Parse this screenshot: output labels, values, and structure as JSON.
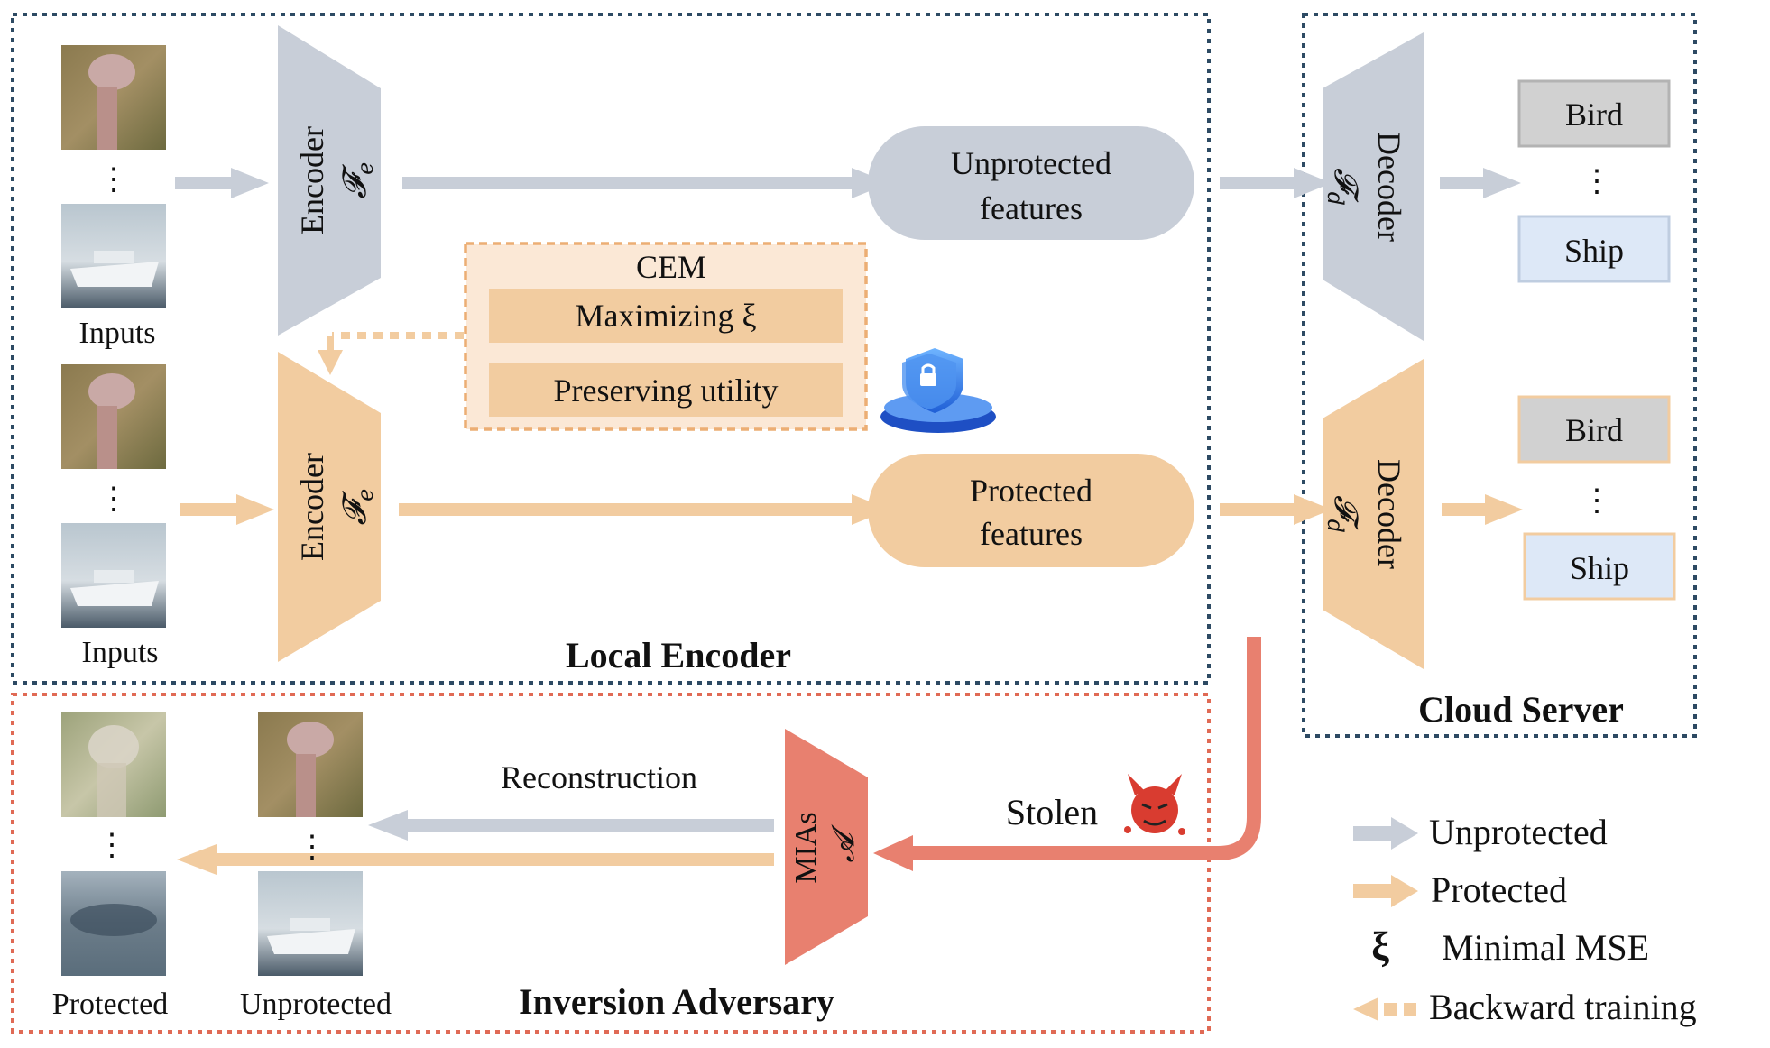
{
  "local_encoder": {
    "title": "Local Encoder",
    "inputs_label_top": "Inputs",
    "inputs_label_bottom": "Inputs",
    "ellipsis": "⋮",
    "encoder_top": {
      "label": "Encoder",
      "symbol": "𝓕",
      "subscript": "e"
    },
    "encoder_bottom": {
      "label": "Encoder",
      "symbol": "𝓕",
      "subscript": "e"
    },
    "unprotected_features": [
      "Unprotected",
      "features"
    ],
    "protected_features": [
      "Protected",
      "features"
    ],
    "cem": {
      "title": "CEM",
      "item1": "Maximizing ξ",
      "item2": "Preserving utility"
    }
  },
  "cloud_server": {
    "title": "Cloud Server",
    "decoder_top": {
      "label": "Decoder",
      "symbol": "𝓕",
      "subscript": "d"
    },
    "decoder_bottom": {
      "label": "Decoder",
      "symbol": "𝓕",
      "subscript": "d"
    },
    "class_top_1": "Bird",
    "class_top_2": "Ship",
    "class_bottom_1": "Bird",
    "class_bottom_2": "Ship",
    "ellipsis": "⋮"
  },
  "inversion_adversary": {
    "title": "Inversion Adversary",
    "mias": {
      "label": "MIAs",
      "symbol": "𝓐"
    },
    "reconstruction": "Reconstruction",
    "stolen": "Stolen",
    "protected_label": "Protected",
    "unprotected_label": "Unprotected",
    "ellipsis": "⋮"
  },
  "legend": {
    "unprotected": "Unprotected",
    "protected": "Protected",
    "xi_symbol": "ξ",
    "xi_desc": "Minimal MSE",
    "backward": "Backward training"
  },
  "colors": {
    "gray": "#c8ced8",
    "orange": "#f2cca0",
    "red": "#e8806f",
    "local_border": "#2d4a63",
    "adversary_border": "#e06a55",
    "cem_border": "#ecae74",
    "cem_fill": "#fbe8d6"
  }
}
